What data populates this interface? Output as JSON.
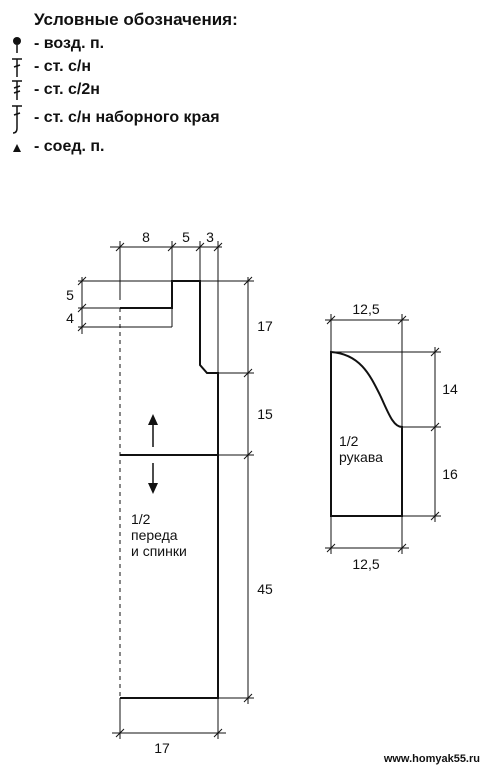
{
  "legend": {
    "title": "Условные обозначения:",
    "items": [
      {
        "icon": "chain-stitch-icon",
        "text": "- возд. п."
      },
      {
        "icon": "double-crochet-icon",
        "text": "- ст. с/н"
      },
      {
        "icon": "half-double-crochet-icon",
        "text": "- ст. с/2н"
      },
      {
        "icon": "foundation-double-crochet-icon",
        "text": "- ст. с/н наборного края"
      },
      {
        "icon": "slip-stitch-icon",
        "text": "- соед. п."
      }
    ]
  },
  "body_piece": {
    "label_line1": "1/2",
    "label_line2": "переда",
    "label_line3": "и спинки",
    "top_dims": [
      "8",
      "5",
      "3"
    ],
    "left_dims": [
      "5",
      "4"
    ],
    "right_dims": [
      "17",
      "15",
      "45"
    ],
    "bottom_dim": "17"
  },
  "sleeve_piece": {
    "label_line1": "1/2",
    "label_line2": "рукава",
    "top_dim": "12,5",
    "bottom_dim": "12,5",
    "right_dims": [
      "14",
      "16"
    ]
  },
  "watermark": "www.homyak55.ru"
}
